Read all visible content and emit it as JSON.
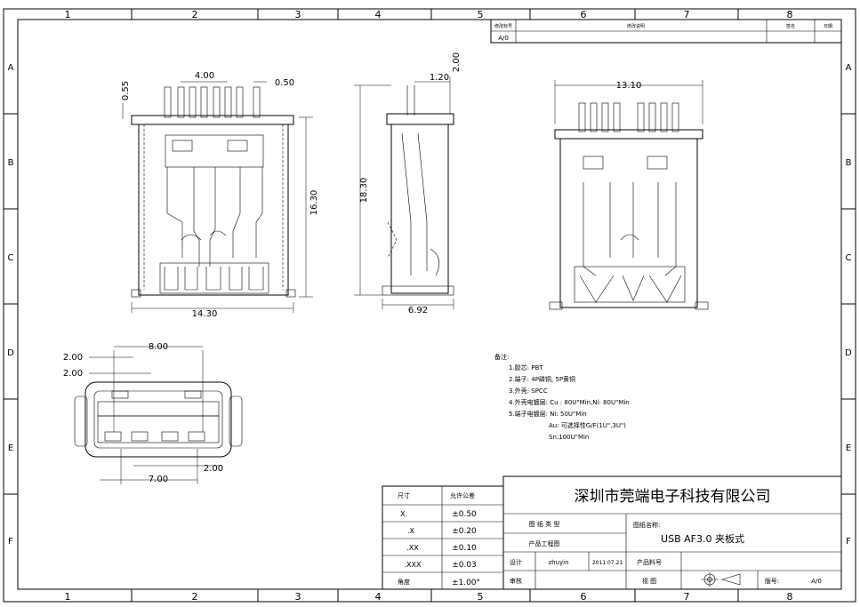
{
  "border": {
    "cols": [
      "1",
      "2",
      "3",
      "4",
      "5",
      "6",
      "7",
      "8"
    ],
    "rows": [
      "A",
      "B",
      "C",
      "D",
      "E",
      "F"
    ]
  },
  "revision": {
    "headers": [
      "修改标号",
      "修改说明",
      "签名",
      "日期"
    ],
    "row": [
      "A/0"
    ]
  },
  "dimensions": {
    "pitch_top": "4.00",
    "pin_w": "0.50",
    "pin_t": "0.55",
    "width": "14.30",
    "height": "16.30",
    "side_pin": "1.20",
    "side_tail": "2.00",
    "side_h": "18.30",
    "side_w": "6.92",
    "right_w": "13.10",
    "front_w": "8.00",
    "front_a": "2.00",
    "front_b": "2.00",
    "front_c": "7.00",
    "front_d": "2.00"
  },
  "notes": {
    "title": "备注:",
    "lines": [
      "1.胶芯: PBT",
      "2.端子: 4P磷铜, 5P黄铜",
      "3.外壳: SPCC",
      "4.外壳电镀层: Cu : 80U\"Min,Ni: 80U\"Min",
      "5.端子电镀层: Ni: 50U\"Min",
      "Au: 可选择性G/F(1U\",3U\")",
      "Sn:100U\"Min"
    ]
  },
  "tolerance": {
    "headers": [
      "尺寸",
      "允许公差"
    ],
    "rows": [
      [
        "X.",
        "±0.50"
      ],
      [
        ".X",
        "±0.20"
      ],
      [
        ".XX",
        "±0.10"
      ],
      [
        ".XXX",
        "±0.03"
      ],
      [
        "角度",
        "±1.00°"
      ]
    ]
  },
  "titleblock": {
    "company": "深圳市莞端电子科技有限公司",
    "drawing_type_label": "图 纸 类 型",
    "drawing_name_label": "图纸名称:",
    "product_label": "产品工程图",
    "product_name": "USB AF3.0 夹板式",
    "design_label": "设计",
    "designer": "zhuyin",
    "date": "2011.07.21",
    "part_no_label": "产品料号",
    "review_label": "审核",
    "view_label": "视  图",
    "sheet_label": "版号:",
    "sheet_value": "A/0"
  }
}
